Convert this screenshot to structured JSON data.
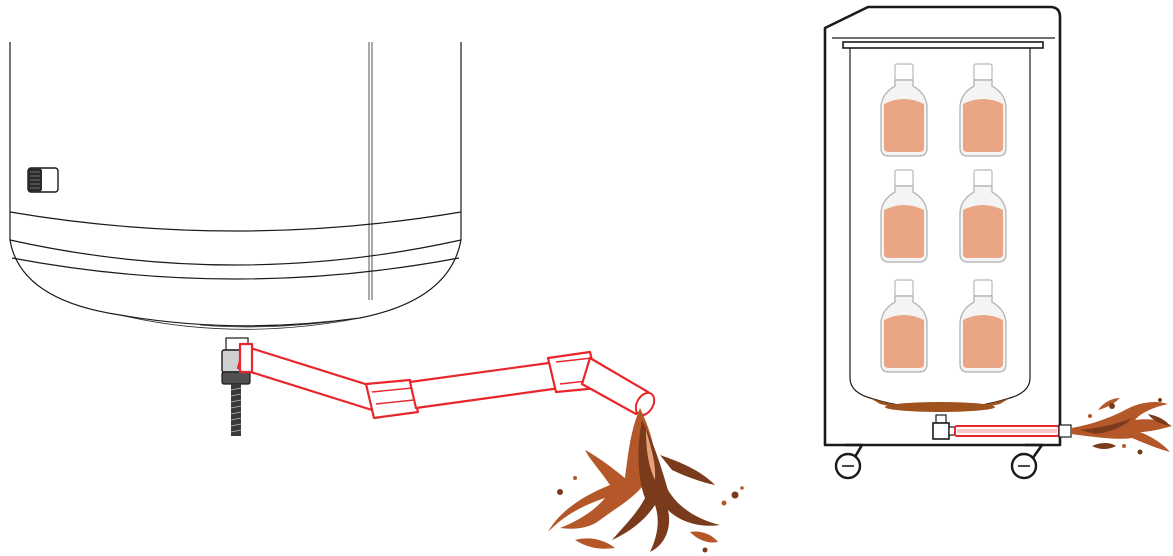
{
  "scene": {
    "left_illustration": {
      "components": [
        "tank-body",
        "side-port-fitting",
        "bottom-drain-valve",
        "threaded-rod",
        "drain-pipe-elbows",
        "liquid-splash"
      ]
    },
    "right_illustration": {
      "bottle_rows": 3,
      "bottle_columns": 2,
      "components": [
        "cabinet",
        "inner-vessel",
        "bottles",
        "drain-valve",
        "drain-pipe",
        "liquid-splash",
        "casters"
      ]
    },
    "colors": {
      "outline": "#1a1a1a",
      "pipe": "#e8262c",
      "liquid_fill": "#e9a584",
      "liquid_dark": "#7a3a1c",
      "liquid_mid": "#b4582a",
      "bottle_glass": "#f4f4f4"
    }
  }
}
